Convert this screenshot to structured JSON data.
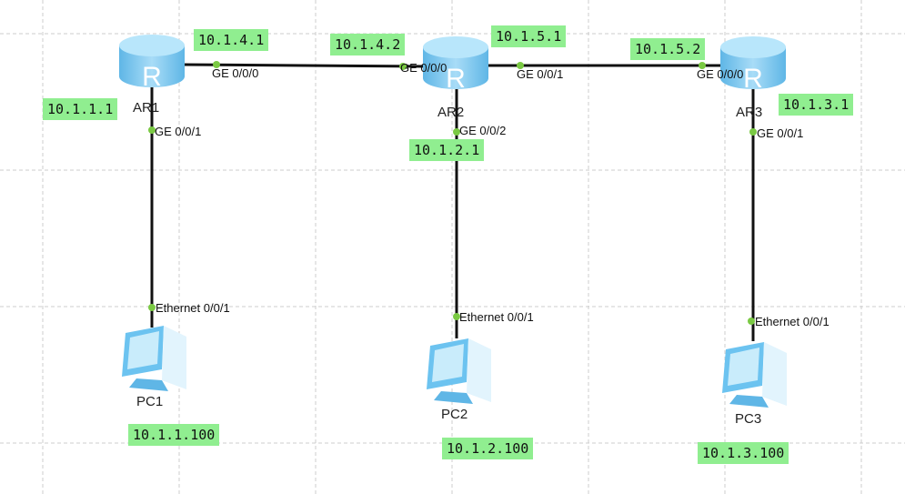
{
  "routers": [
    {
      "name": "AR1"
    },
    {
      "name": "AR2"
    },
    {
      "name": "AR3"
    }
  ],
  "pcs": [
    {
      "name": "PC1",
      "ip": "10.1.1.100"
    },
    {
      "name": "PC2",
      "ip": "10.1.2.100"
    },
    {
      "name": "PC3",
      "ip": "10.1.3.100"
    }
  ],
  "ports": {
    "ar1_g0": "GE 0/0/0",
    "ar1_g1": "GE 0/0/1",
    "ar2_g0": "GE 0/0/0",
    "ar2_g1": "GE 0/0/1",
    "ar2_g2": "GE 0/0/2",
    "ar3_g0": "GE 0/0/0",
    "ar3_g1": "GE 0/0/1",
    "pc1_e": "Ethernet 0/0/1",
    "pc2_e": "Ethernet 0/0/1",
    "pc3_e": "Ethernet 0/0/1"
  },
  "ips": {
    "ar1_g0": "10.1.4.1",
    "ar2_g0": "10.1.4.2",
    "ar2_g1": "10.1.5.1",
    "ar3_g0": "10.1.5.2",
    "ar1_g1": "10.1.1.1",
    "ar2_g2": "10.1.2.1",
    "ar3_g1": "10.1.3.1"
  },
  "colors": {
    "label_bg": "#90ee90",
    "port_dot": "#7ac943",
    "router": "#7cc8f0"
  }
}
